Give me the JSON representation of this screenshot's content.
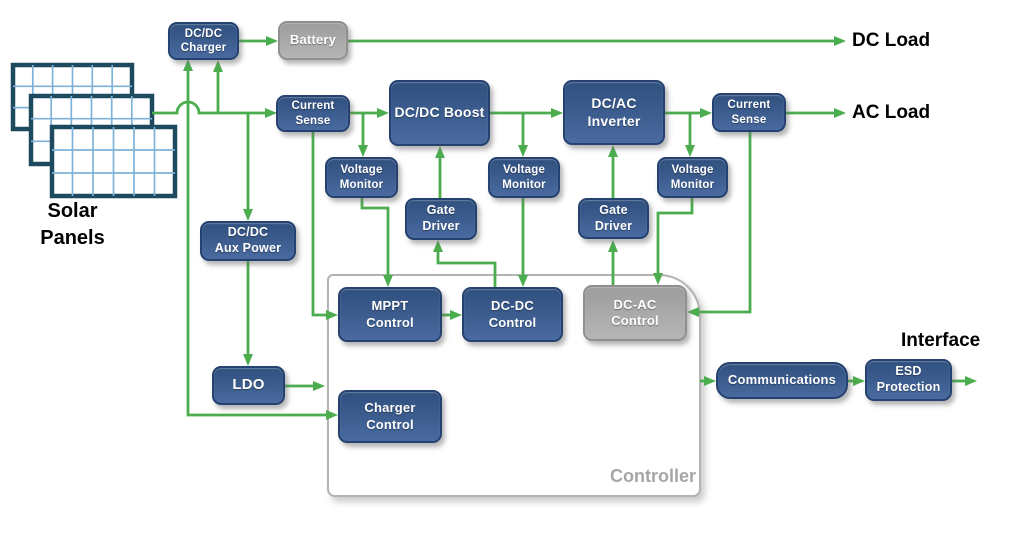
{
  "diagram": {
    "source": {
      "label": "Solar\nPanels"
    },
    "blocks": {
      "dcdc_charger": {
        "label": "DC/DC\nCharger"
      },
      "battery": {
        "label": "Battery"
      },
      "current_sense_input": {
        "label": "Current\nSense"
      },
      "dcdc_boost": {
        "label": "DC/DC Boost"
      },
      "dcac_inverter": {
        "label": "DC/AC\nInverter"
      },
      "current_sense_output": {
        "label": "Current\nSense"
      },
      "voltage_monitor_1": {
        "label": "Voltage\nMonitor"
      },
      "voltage_monitor_2": {
        "label": "Voltage\nMonitor"
      },
      "voltage_monitor_3": {
        "label": "Voltage\nMonitor"
      },
      "gate_driver_1": {
        "label": "Gate\nDriver"
      },
      "gate_driver_2": {
        "label": "Gate\nDriver"
      },
      "dcdc_aux_power": {
        "label": "DC/DC\nAux Power"
      },
      "ldo": {
        "label": "LDO"
      },
      "mppt_control": {
        "label": "MPPT\nControl"
      },
      "dcdc_control": {
        "label": "DC-DC\nControl"
      },
      "dcac_control": {
        "label": "DC-AC\nControl"
      },
      "charger_control": {
        "label": "Charger\nControl"
      },
      "communications": {
        "label": "Communications"
      },
      "esd_protection": {
        "label": "ESD\nProtection"
      }
    },
    "container": {
      "controller_label": "Controller"
    },
    "outputs": {
      "dc_load": "DC Load",
      "ac_load": "AC Load",
      "interface": "Interface"
    },
    "colors": {
      "wire_green": "#4cad4f",
      "block_blue": "#3b5b8d",
      "block_gray": "#a9a9a9",
      "panel_teal": "#1e4a5f",
      "panel_grid": "#7fb2d8",
      "controller_border": "#b3b3b3"
    }
  }
}
